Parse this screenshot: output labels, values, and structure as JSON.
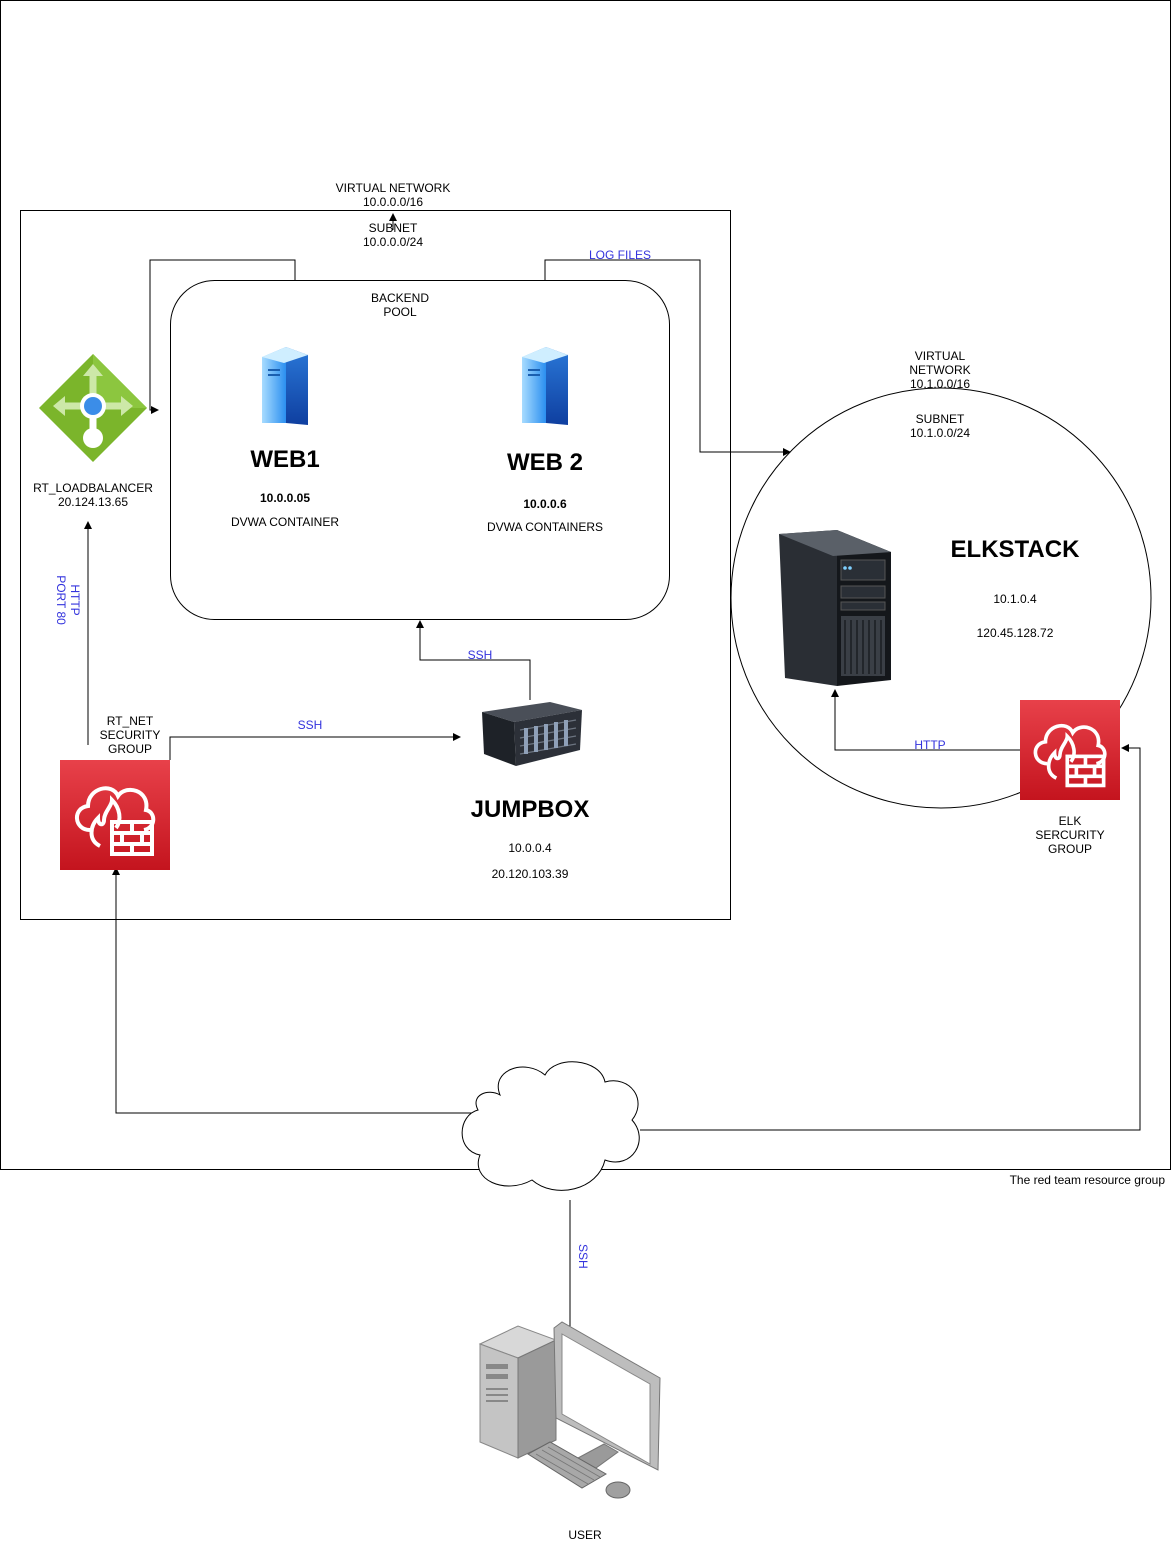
{
  "resource_group": {
    "caption": "The red team resource group"
  },
  "vnet1": {
    "title": "VIRTUAL NETWORK",
    "cidr": "10.0.0.0/16",
    "subnet_title": "SUBNET",
    "subnet_cidr": "10.0.0.0/24"
  },
  "backend_pool": {
    "title_line1": "BACKEND",
    "title_line2": "POOL"
  },
  "web1": {
    "name": "WEB1",
    "ip": "10.0.0.05",
    "desc": "DVWA CONTAINER"
  },
  "web2": {
    "name": "WEB 2",
    "ip": "10.0.0.6",
    "desc": "DVWA CONTAINERS"
  },
  "load_balancer": {
    "name": "RT_LOADBALANCER",
    "ip": "20.124.13.65"
  },
  "rt_nsg": {
    "line1": "RT_NET",
    "line2": "SECURITY",
    "line3": "GROUP"
  },
  "jumpbox": {
    "name": "JUMPBOX",
    "private_ip": "10.0.0.4",
    "public_ip": "20.120.103.39"
  },
  "vnet2": {
    "title_line1": "VIRTUAL",
    "title_line2": "NETWORK",
    "cidr": "10.1.0.0/16",
    "subnet_title": "SUBNET",
    "subnet_cidr": "10.1.0.0/24"
  },
  "elk": {
    "name": "ELKSTACK",
    "private_ip": "10.1.0.4",
    "public_ip": "120.45.128.72"
  },
  "elk_nsg": {
    "line1": "ELK",
    "line2": "SERCURITY",
    "line3": "GROUP"
  },
  "user": {
    "label": "USER"
  },
  "edges": {
    "log_files": "LOG FILES",
    "http_port80_line1": "HTTP",
    "http_port80_line2": "PORT 80",
    "ssh_nsg_jumpbox": "SSH",
    "ssh_jumpbox_pool": "SSH",
    "http_elk": "HTTP",
    "ssh_user": "SSH"
  },
  "colors": {
    "edge_label": "#3333dd",
    "nsg_red": "#d92231",
    "lb_green": "#7bb52b",
    "server_blue": "#1e7fe0"
  }
}
